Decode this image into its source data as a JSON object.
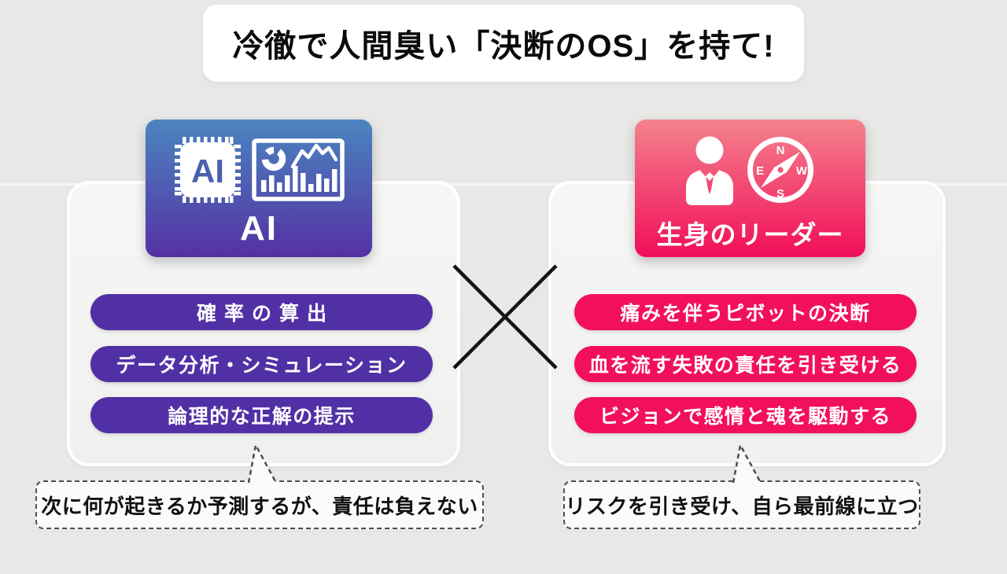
{
  "title": "冷徹で人間臭い「決断のOS」を持て!",
  "left": {
    "header_label": "AI",
    "chip_label": "AI",
    "items": [
      "確率の算出",
      "データ分析・シミュレーション",
      "論理的な正解の提示"
    ],
    "note": "次に何が起きるか予測するが、責任は負えない"
  },
  "right": {
    "header_label": "生身のリーダー",
    "compass": {
      "n": "N",
      "e": "E",
      "s": "S",
      "w": "W"
    },
    "items": [
      "痛みを伴うピボットの決断",
      "血を流す失敗の責任を引き受ける",
      "ビジョンで感情と魂を駆動する"
    ],
    "note": "リスクを引き受け、自ら最前線に立つ"
  },
  "colors": {
    "background": "#e8e8e7",
    "panel_fill": "#f4f4f3",
    "panel_border": "#ffffff",
    "title_text": "#0b0b0b",
    "x_mark": "#141414",
    "bubble_border": "#4d4d4d",
    "bubble_fill": "#fbfbfa",
    "left_card_top": "#4B85C0",
    "left_card_bottom": "#5431A3",
    "left_pill": "#5130A5",
    "chip_text": "#4A5FAE",
    "right_card_top": "#F4828D",
    "right_card_bottom": "#F10E59",
    "right_pill": "#F2105C"
  }
}
